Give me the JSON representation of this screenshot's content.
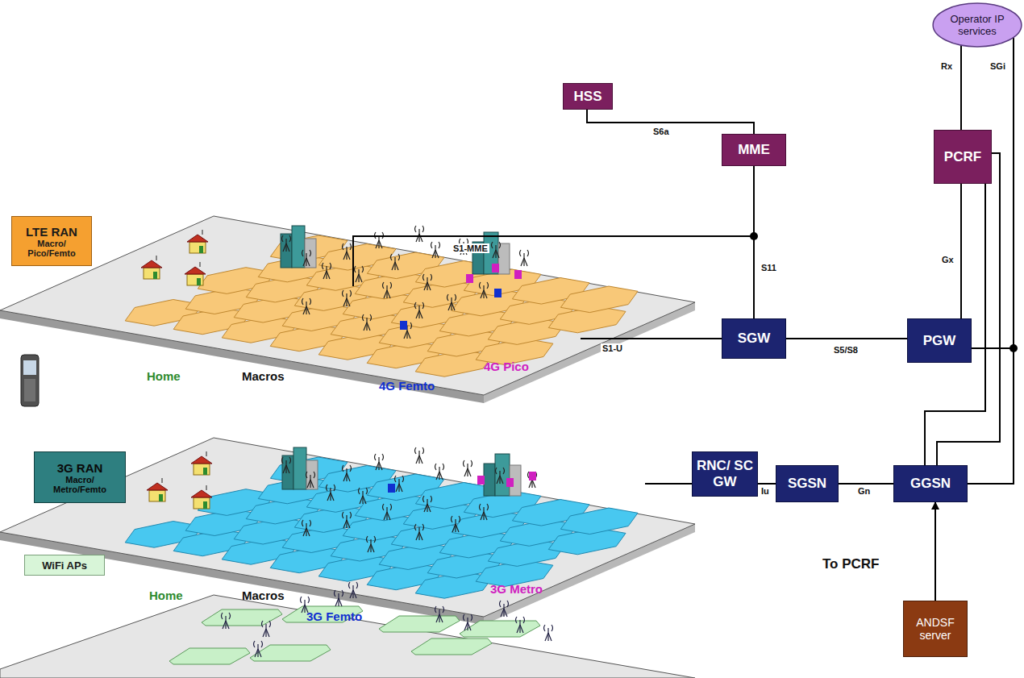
{
  "diagram": {
    "nodes": [
      {
        "text": [
          "Operator IP services"
        ]
      },
      {
        "text": [
          "HSS"
        ]
      },
      {
        "text": [
          "MME"
        ]
      },
      {
        "text": [
          "PCRF"
        ]
      },
      {
        "text": [
          "LTE RAN",
          "Macro/ Pico/Femto"
        ]
      },
      {
        "text": [
          "SGW"
        ]
      },
      {
        "text": [
          "PGW"
        ]
      },
      {
        "text": [
          "3G RAN",
          "Macro/ Metro/Femto"
        ]
      },
      {
        "text": [
          "RNC/ SC GW"
        ]
      },
      {
        "text": [
          "SGSN"
        ]
      },
      {
        "text": [
          "GGSN"
        ]
      },
      {
        "text": [
          "WiFi APs"
        ]
      },
      {
        "text": [
          "ANDSF server"
        ]
      }
    ],
    "edges": [
      {
        "from": 1,
        "to": 2,
        "label": "S6a",
        "arrow": "none"
      },
      {
        "from": 2,
        "to": 5,
        "label": "S11",
        "arrow": "none"
      },
      {
        "from": 5,
        "to": 6,
        "label": "S5/S8",
        "arrow": "none"
      },
      {
        "from": 6,
        "to": 3,
        "label": "Gx",
        "arrow": "none"
      },
      {
        "from": 3,
        "to": 0,
        "label": "Rx",
        "arrow": "none"
      },
      {
        "from": 6,
        "to": 0,
        "label": "SGi",
        "arrow": "none"
      },
      {
        "from": 10,
        "to": 0,
        "arrow": "none"
      },
      {
        "from": 8,
        "to": 9,
        "label": "Iu",
        "arrow": "none"
      },
      {
        "from": 9,
        "to": 10,
        "label": "Gn",
        "arrow": "none"
      },
      {
        "from": 3,
        "to": 10,
        "arrow": "none"
      },
      {
        "from": 3,
        "to": 10,
        "arrow": "none"
      },
      {
        "from": 12,
        "to": 10,
        "label": "To PCRF",
        "arrow": "to"
      }
    ],
    "labels": [
      "Home",
      "Macros",
      "4G Pico",
      "4G Femto",
      "S1-MME",
      "S1-U",
      "Home",
      "Macros",
      "3G Femto",
      "3G Metro"
    ]
  }
}
